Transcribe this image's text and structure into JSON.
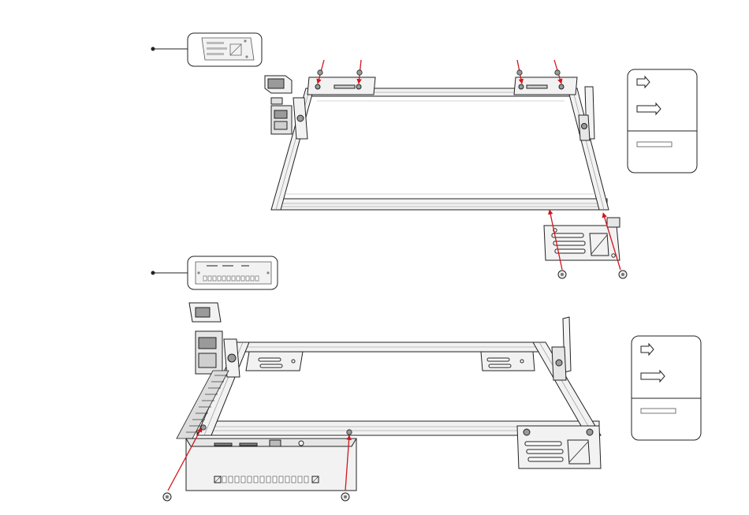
{
  "figure": {
    "steps": [
      {
        "part_thumbnail_icon": "mounting-bracket-plate-icon",
        "screw_count_front": 2,
        "screw_count_back": 4
      },
      {
        "part_thumbnail_icon": "vented-enclosure-plate-icon",
        "screw_count_front": 2
      }
    ],
    "legend_boxes": [
      {
        "icons": [
          "short-screw-icon",
          "long-screw-icon",
          "spacer-bar-icon"
        ]
      },
      {
        "icons": [
          "short-screw-icon",
          "long-screw-icon",
          "spacer-bar-icon"
        ]
      }
    ],
    "colors": {
      "line": "#222222",
      "light_line": "#555555",
      "callout_red": "#d0161e",
      "part_fill": "#f2f2f2",
      "dark_fill": "#9a9a9a"
    }
  }
}
